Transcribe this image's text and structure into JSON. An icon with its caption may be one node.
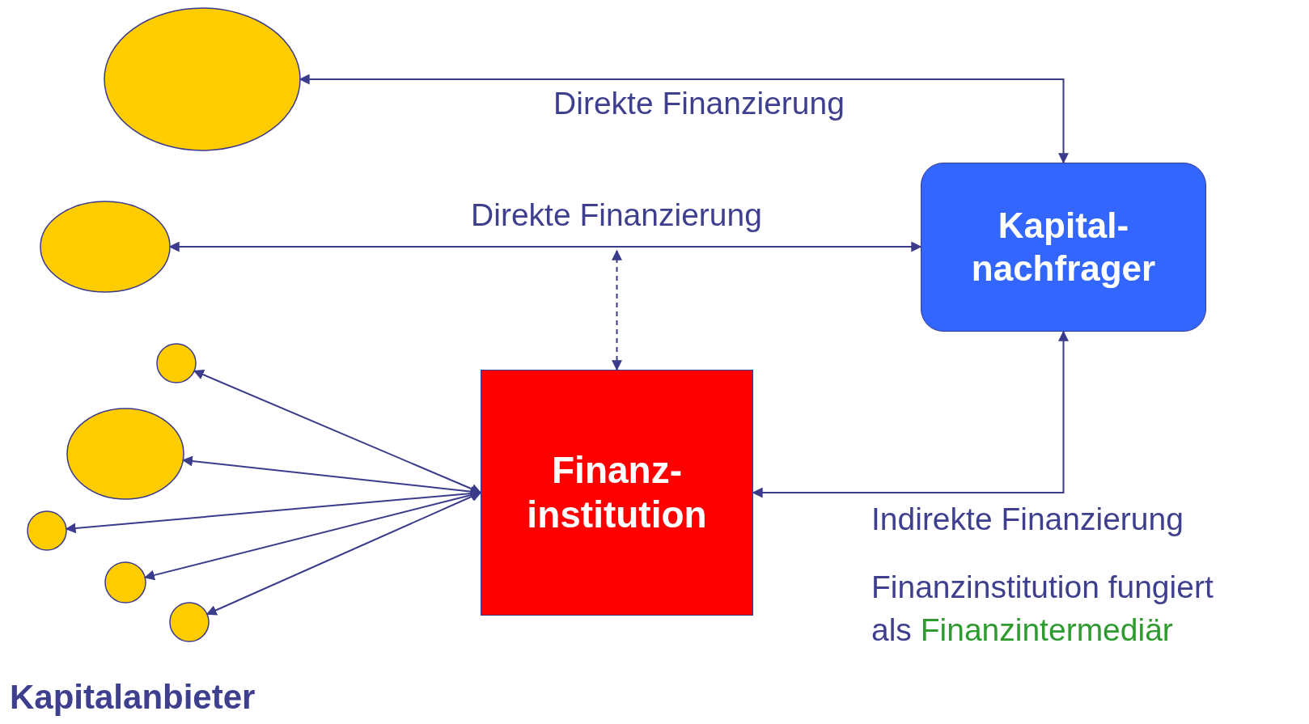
{
  "diagram": {
    "nodes": [
      {
        "text": [],
        "shape": "ellipse"
      },
      {
        "text": [],
        "shape": "ellipse"
      },
      {
        "text": [
          "Kapital- nachfrager"
        ]
      },
      {
        "text": [],
        "shape": "circle"
      },
      {
        "text": [],
        "shape": "ellipse"
      },
      {
        "text": [
          "Finanz- institution"
        ]
      },
      {
        "text": [],
        "shape": "circle"
      },
      {
        "text": [],
        "shape": "circle"
      },
      {
        "text": [],
        "shape": "circle"
      }
    ],
    "edges": [
      {
        "from": 2,
        "to": 0,
        "arrow": "both",
        "label": "Direkte Finanzierung"
      },
      {
        "from": 1,
        "to": 2,
        "arrow": "both",
        "label": "Direkte Finanzierung"
      },
      {
        "from": 5,
        "to": null,
        "arrow": "both",
        "style": "dashed"
      },
      {
        "from": 5,
        "to": 2,
        "arrow": "both",
        "label": "Indirekte Finanzierung"
      },
      {
        "from": 5,
        "to": 3,
        "arrow": "both"
      },
      {
        "from": 5,
        "to": 4,
        "arrow": "both"
      },
      {
        "from": 5,
        "to": 6,
        "arrow": "both"
      },
      {
        "from": 5,
        "to": 7,
        "arrow": "both"
      },
      {
        "from": 5,
        "to": 8,
        "arrow": "both"
      }
    ],
    "labels": [
      "Finanzinstitution fungiert als",
      "Finanzintermediär",
      "Kapitalanbieter"
    ]
  }
}
